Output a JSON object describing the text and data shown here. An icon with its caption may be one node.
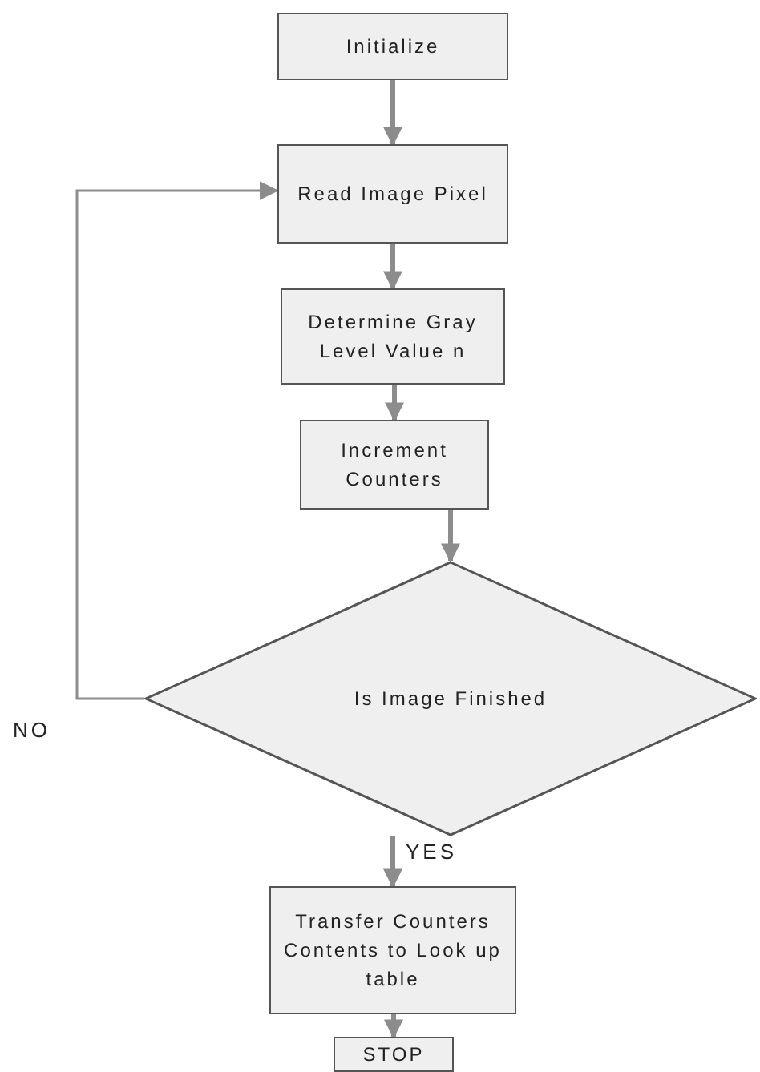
{
  "diagram": {
    "nodes": [
      {
        "text": [
          "Initialize"
        ]
      },
      {
        "text": [
          "Read Image Pixel"
        ]
      },
      {
        "text": [
          "Determine Gray Level Value n"
        ]
      },
      {
        "text": [
          "Increment Counters"
        ]
      },
      {
        "text": [
          "Is Image Finished"
        ]
      },
      {
        "text": [
          "Transfer Counters Contents to Look up table"
        ]
      },
      {
        "text": [
          "STOP"
        ]
      }
    ],
    "edges": [
      {
        "from": 0,
        "to": 1,
        "arrow": "to"
      },
      {
        "from": 1,
        "to": 2,
        "arrow": "to"
      },
      {
        "from": 2,
        "to": 3,
        "arrow": "to"
      },
      {
        "from": 3,
        "to": 4,
        "arrow": "to"
      },
      {
        "from": 4,
        "to": 1,
        "arrow": "to",
        "label": "NO"
      },
      {
        "from": 4,
        "to": 5,
        "arrow": "to",
        "label": "YES"
      },
      {
        "from": 5,
        "to": 6,
        "arrow": "to"
      }
    ]
  }
}
